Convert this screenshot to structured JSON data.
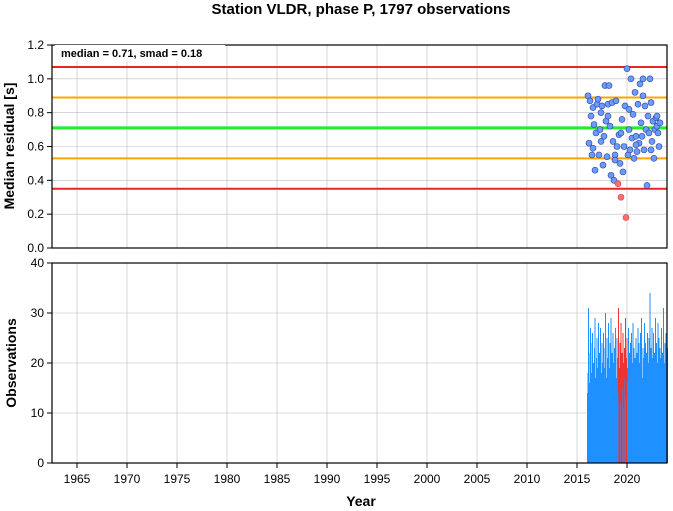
{
  "chart_data": [
    {
      "type": "scatter",
      "title": "Station VLDR, phase P, 1797 observations",
      "ylabel": "Median residual [s]",
      "annotation": "median = 0.71, smad = 0.18",
      "xlim": [
        1962.5,
        2024.0
      ],
      "ylim": [
        0.0,
        1.2
      ],
      "yticks": [
        0.0,
        0.2,
        0.4,
        0.6,
        0.8,
        1.0,
        1.2
      ],
      "ytick_labels": [
        "0.0",
        "0.2",
        "0.4",
        "0.6",
        "0.8",
        "1.0",
        "1.2"
      ],
      "grid": true,
      "reference_lines": [
        {
          "y": 1.07,
          "color": "#ee2222",
          "role": "upper outer limit"
        },
        {
          "y": 0.89,
          "color": "#ffa500",
          "role": "upper inner limit"
        },
        {
          "y": 0.71,
          "color": "#22ee22",
          "role": "median"
        },
        {
          "y": 0.53,
          "color": "#ffa500",
          "role": "lower inner limit"
        },
        {
          "y": 0.35,
          "color": "#ee2222",
          "role": "lower outer limit"
        }
      ],
      "point_colors": {
        "normal": "#6a9bff",
        "outlier": "#ff6f6f",
        "edge": "#2a3f99"
      },
      "points": [
        {
          "x": 2016.1,
          "y": 0.9
        },
        {
          "x": 2016.2,
          "y": 0.62
        },
        {
          "x": 2016.3,
          "y": 0.87
        },
        {
          "x": 2016.4,
          "y": 0.78
        },
        {
          "x": 2016.5,
          "y": 0.55
        },
        {
          "x": 2016.6,
          "y": 0.83
        },
        {
          "x": 2016.7,
          "y": 0.73
        },
        {
          "x": 2016.8,
          "y": 0.46
        },
        {
          "x": 2016.9,
          "y": 0.68
        },
        {
          "x": 2017.0,
          "y": 0.85
        },
        {
          "x": 2017.1,
          "y": 0.88
        },
        {
          "x": 2017.2,
          "y": 0.55
        },
        {
          "x": 2017.3,
          "y": 0.7
        },
        {
          "x": 2017.4,
          "y": 0.8
        },
        {
          "x": 2017.5,
          "y": 0.84
        },
        {
          "x": 2017.6,
          "y": 0.49
        },
        {
          "x": 2017.7,
          "y": 0.66
        },
        {
          "x": 2017.8,
          "y": 0.96
        },
        {
          "x": 2017.9,
          "y": 0.75
        },
        {
          "x": 2018.0,
          "y": 0.54
        },
        {
          "x": 2018.1,
          "y": 0.85
        },
        {
          "x": 2018.2,
          "y": 0.96
        },
        {
          "x": 2018.3,
          "y": 0.72
        },
        {
          "x": 2018.4,
          "y": 0.43
        },
        {
          "x": 2018.5,
          "y": 0.86
        },
        {
          "x": 2018.6,
          "y": 0.63
        },
        {
          "x": 2018.7,
          "y": 0.4
        },
        {
          "x": 2018.8,
          "y": 0.55
        },
        {
          "x": 2018.9,
          "y": 0.87
        },
        {
          "x": 2019.0,
          "y": 0.6
        },
        {
          "x": 2019.1,
          "y": 0.38,
          "outlier": true
        },
        {
          "x": 2019.2,
          "y": 0.67
        },
        {
          "x": 2019.3,
          "y": 0.5
        },
        {
          "x": 2019.4,
          "y": 0.3,
          "outlier": true
        },
        {
          "x": 2019.5,
          "y": 0.76
        },
        {
          "x": 2019.6,
          "y": 0.45
        },
        {
          "x": 2019.7,
          "y": 0.6
        },
        {
          "x": 2019.8,
          "y": 0.84
        },
        {
          "x": 2019.9,
          "y": 0.18,
          "outlier": true
        },
        {
          "x": 2020.0,
          "y": 1.06
        },
        {
          "x": 2020.1,
          "y": 0.55
        },
        {
          "x": 2020.2,
          "y": 0.7
        },
        {
          "x": 2020.3,
          "y": 0.58
        },
        {
          "x": 2020.4,
          "y": 1.0
        },
        {
          "x": 2020.5,
          "y": 0.65
        },
        {
          "x": 2020.6,
          "y": 0.79
        },
        {
          "x": 2020.7,
          "y": 0.53
        },
        {
          "x": 2020.8,
          "y": 0.92
        },
        {
          "x": 2020.9,
          "y": 0.66
        },
        {
          "x": 2021.0,
          "y": 0.57
        },
        {
          "x": 2021.1,
          "y": 0.85
        },
        {
          "x": 2021.2,
          "y": 0.62
        },
        {
          "x": 2021.3,
          "y": 0.97
        },
        {
          "x": 2021.4,
          "y": 0.74
        },
        {
          "x": 2021.5,
          "y": 0.66
        },
        {
          "x": 2021.6,
          "y": 1.0
        },
        {
          "x": 2021.7,
          "y": 0.58
        },
        {
          "x": 2021.8,
          "y": 0.84
        },
        {
          "x": 2021.9,
          "y": 0.7
        },
        {
          "x": 2022.0,
          "y": 0.37
        },
        {
          "x": 2022.1,
          "y": 0.78
        },
        {
          "x": 2022.2,
          "y": 0.68
        },
        {
          "x": 2022.3,
          "y": 1.0
        },
        {
          "x": 2022.4,
          "y": 0.86
        },
        {
          "x": 2022.5,
          "y": 0.63
        },
        {
          "x": 2022.6,
          "y": 0.75
        },
        {
          "x": 2022.7,
          "y": 0.53
        },
        {
          "x": 2022.8,
          "y": 0.7
        },
        {
          "x": 2022.9,
          "y": 0.77
        },
        {
          "x": 2023.0,
          "y": 0.72
        },
        {
          "x": 2023.1,
          "y": 0.68
        },
        {
          "x": 2023.2,
          "y": 0.6
        },
        {
          "x": 2023.3,
          "y": 0.74
        },
        {
          "x": 2016.6,
          "y": 0.59
        },
        {
          "x": 2017.4,
          "y": 0.63
        },
        {
          "x": 2018.1,
          "y": 0.78
        },
        {
          "x": 2018.8,
          "y": 0.52
        },
        {
          "x": 2019.4,
          "y": 0.68
        },
        {
          "x": 2020.2,
          "y": 0.82
        },
        {
          "x": 2020.9,
          "y": 0.61
        },
        {
          "x": 2021.6,
          "y": 0.9
        },
        {
          "x": 2022.4,
          "y": 0.58
        },
        {
          "x": 2023.0,
          "y": 0.78
        }
      ]
    },
    {
      "type": "bar",
      "ylabel": "Observations",
      "xlabel": "Year",
      "xlim": [
        1962.5,
        2024.0
      ],
      "ylim": [
        0,
        40
      ],
      "yticks": [
        0,
        10,
        20,
        30,
        40
      ],
      "xticks": [
        1965,
        1970,
        1975,
        1980,
        1985,
        1990,
        1995,
        2000,
        2005,
        2010,
        2015,
        2020
      ],
      "grid": true,
      "bar_color": "#1e90ff",
      "highlight_color": "#ee3333",
      "highlight_range": [
        2019.1,
        2019.95
      ],
      "bar_start": 2016.0,
      "bar_width_years": 0.05,
      "counts": [
        14,
        18,
        31,
        12,
        16,
        22,
        27,
        9,
        18,
        24,
        26,
        15,
        20,
        11,
        23,
        29,
        17,
        13,
        21,
        25,
        12,
        19,
        28,
        16,
        22,
        10,
        27,
        18,
        14,
        24,
        20,
        12,
        26,
        19,
        15,
        23,
        30,
        13,
        17,
        25,
        11,
        21,
        28,
        16,
        19,
        24,
        14,
        29,
        12,
        22,
        18,
        26,
        15,
        20,
        23,
        10,
        27,
        17,
        13,
        25,
        21,
        16,
        31,
        14,
        19,
        24,
        12,
        28,
        18,
        22,
        15,
        26,
        20,
        11,
        23,
        17,
        29,
        13,
        21,
        25,
        16,
        19,
        27,
        14,
        22,
        18,
        24,
        12,
        26,
        20,
        15,
        28,
        17,
        23,
        13,
        21,
        19,
        25,
        16,
        22,
        11,
        27,
        18,
        24,
        14,
        20,
        26,
        15,
        29,
        17,
        12,
        23,
        21,
        19,
        28,
        16,
        24,
        13,
        22,
        18,
        26,
        15,
        20,
        25,
        17,
        34,
        12,
        23,
        19,
        27,
        14,
        21,
        26,
        16,
        22,
        18,
        29,
        13,
        24,
        20,
        15,
        28,
        17,
        25,
        19,
        23,
        14,
        21,
        27,
        16,
        22,
        18,
        31,
        13,
        20,
        24,
        15,
        26,
        19,
        17,
        23,
        12,
        28,
        21,
        16,
        25,
        18,
        22,
        14,
        27,
        20,
        31,
        15,
        24,
        19,
        26,
        13,
        22,
        17,
        14,
        10,
        12,
        8,
        13
      ]
    }
  ]
}
